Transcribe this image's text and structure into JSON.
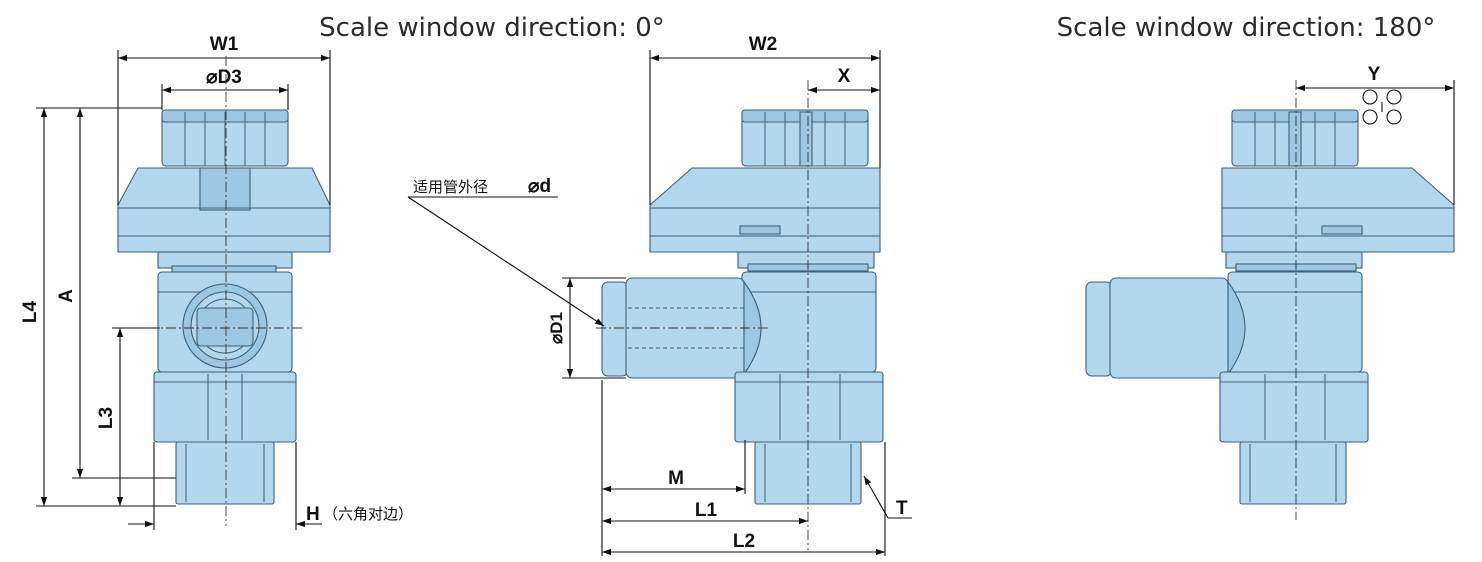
{
  "headings": {
    "view2": "Scale window direction: 0°",
    "view3": "Scale window direction: 180°"
  },
  "dimensions": {
    "w1": "W1",
    "d3": "⌀D3",
    "l4": "L4",
    "a": "A",
    "l3": "L3",
    "h": "H",
    "h_note": "（六角对边）",
    "w2": "W2",
    "x": "X",
    "d1": "⌀D1",
    "m": "M",
    "l1": "L1",
    "l2": "L2",
    "t": "T",
    "y": "Y"
  },
  "tube_note": {
    "text": "适用管外径",
    "symbol": "⌀d"
  },
  "colors": {
    "body": "#b3d7ee",
    "body_dark": "#9ec7e4",
    "outline": "#3d5f78",
    "dimension_line": "#111111"
  }
}
